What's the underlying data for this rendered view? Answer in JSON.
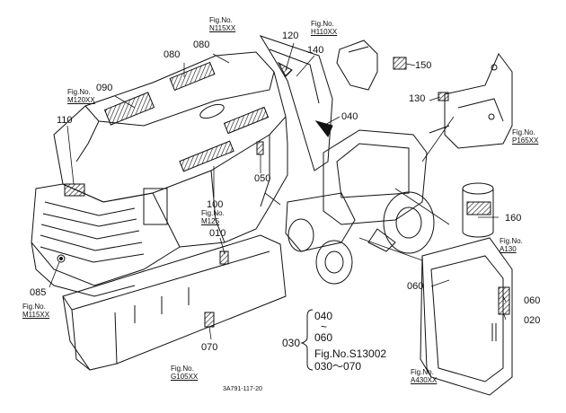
{
  "diagram": {
    "part_numbers": {
      "p010": "010",
      "p020": "020",
      "p030": "030",
      "p040a": "040",
      "p040b": "040",
      "p050": "050",
      "p060a": "060",
      "p060b": "060",
      "p060c": "060",
      "p070a": "070",
      "p080a": "080",
      "p080b": "080",
      "p085": "085",
      "p090": "090",
      "p100": "100",
      "p110": "110",
      "p120": "120",
      "p130": "130",
      "p140": "140",
      "p150": "150",
      "p160": "160"
    },
    "fig_prefix": "Fig.No.",
    "figure_refs": {
      "n115": "N115XX",
      "h110": "H110XX",
      "m120": "M120XX",
      "p165": "P165XX",
      "m125": "M125",
      "a130": "A130",
      "m115": "M115XX",
      "g105": "G105XX",
      "a430": "A430XX"
    },
    "group": {
      "tilde": "~",
      "fig_line": "Fig.No.S13002",
      "range_line": "030～070"
    },
    "drawing_code": "3A791-117-20"
  }
}
